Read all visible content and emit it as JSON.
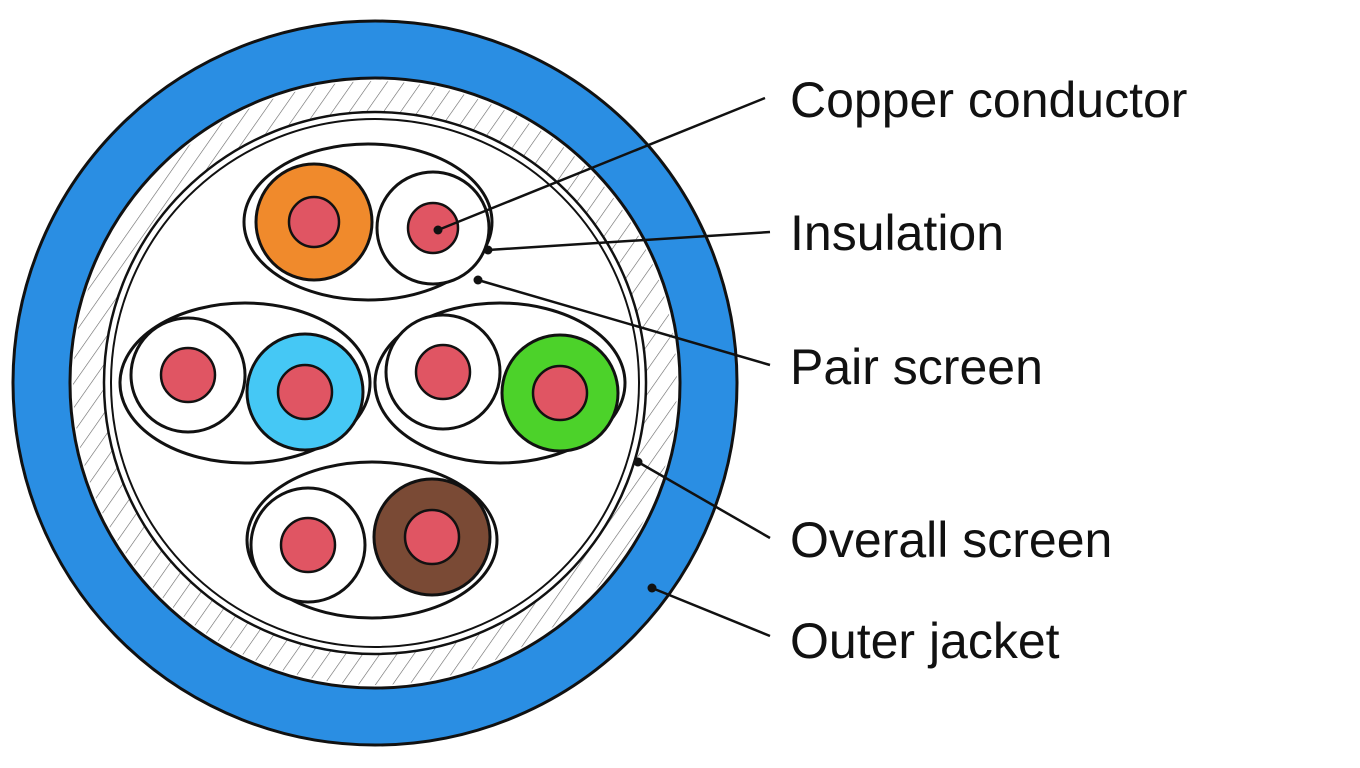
{
  "diagram": {
    "labels": {
      "copper_conductor": "Copper conductor",
      "insulation": "Insulation",
      "pair_screen": "Pair screen",
      "overall_screen": "Overall screen",
      "outer_jacket": "Outer jacket"
    },
    "colors": {
      "outer_jacket": "#2a8ee3",
      "conductor": "#e05563",
      "outline": "#111111",
      "pair_colors": [
        "#f08a2c",
        "#45c8f5",
        "#4cd22a",
        "#7a4a35"
      ],
      "stripe_insulation": "#ffffff",
      "overall_screen_fill": "#ffffff",
      "hatch": "#555555"
    }
  }
}
